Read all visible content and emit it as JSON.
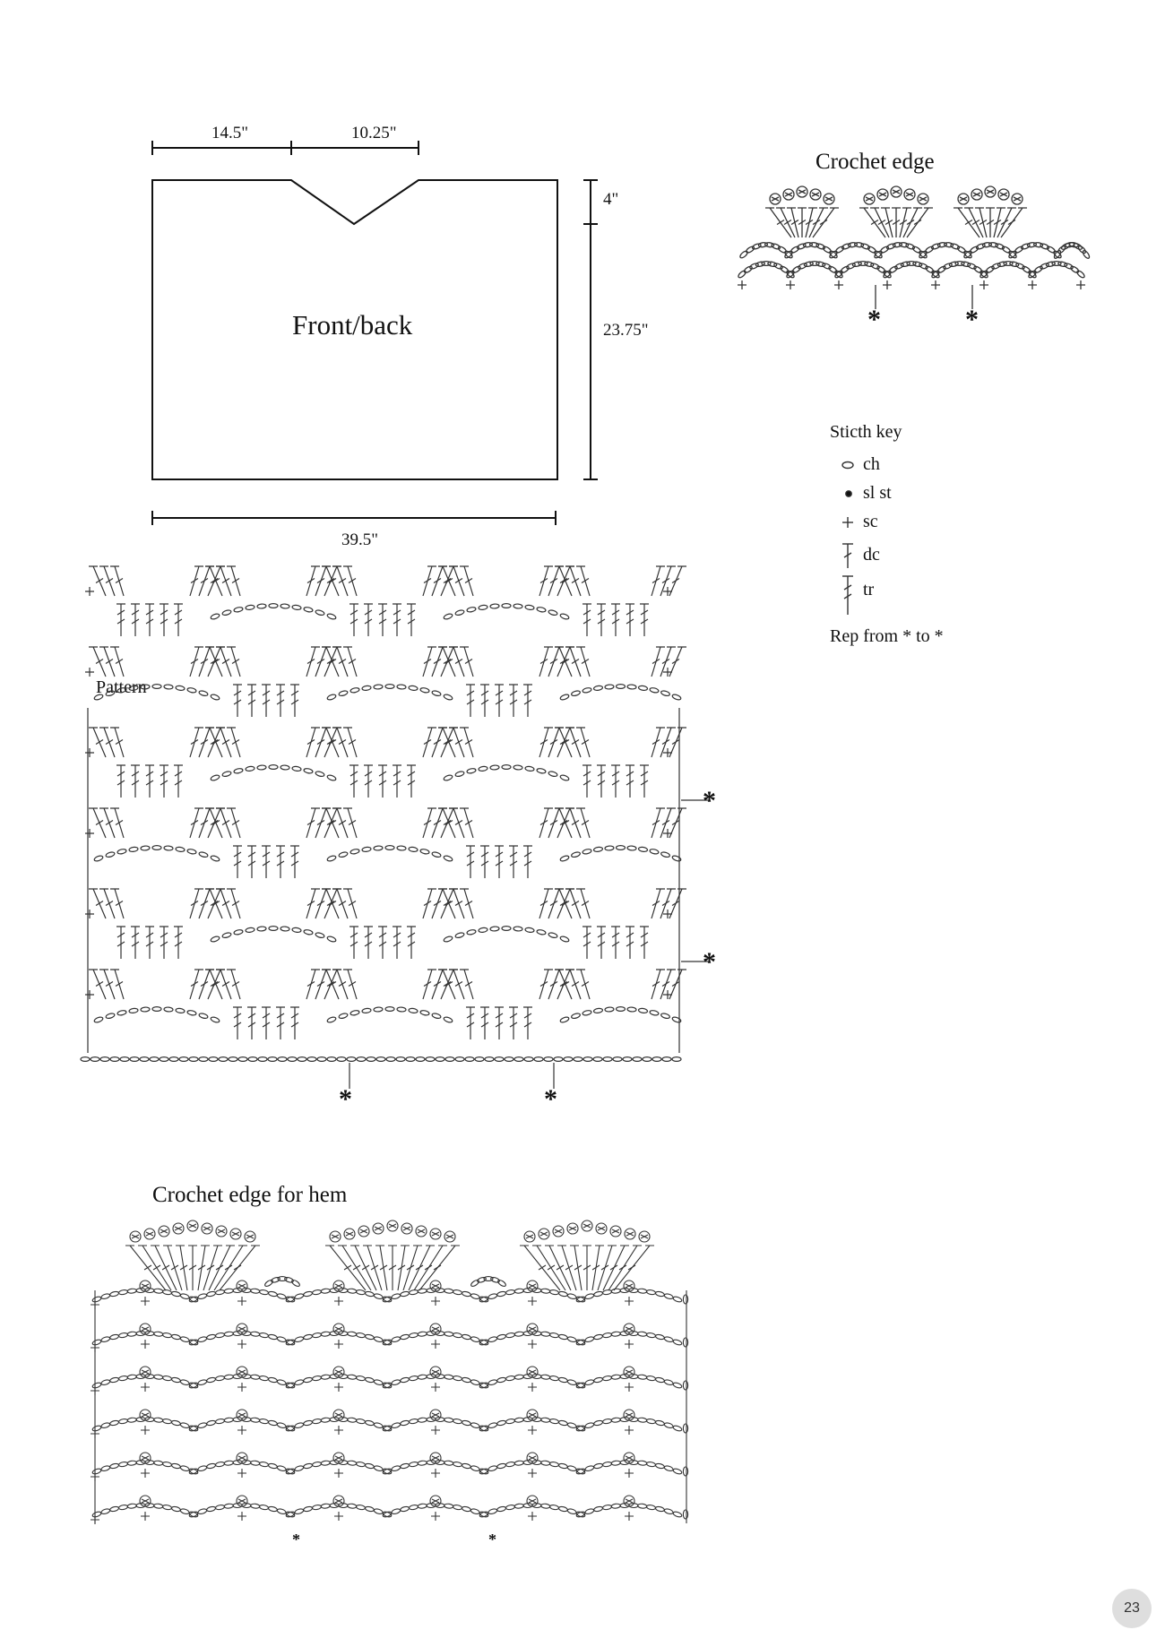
{
  "schematic": {
    "neck_left_width": "14.5\"",
    "neck_width": "10.25\"",
    "neck_depth": "4\"",
    "body_height": "23.75\"",
    "total_width": "39.5\"",
    "panel_label": "Front/back"
  },
  "crochet_edge": {
    "title": "Crochet edge",
    "repeat_marks": [
      "*",
      "*"
    ]
  },
  "stitch_key": {
    "title": "Sticth key",
    "items": [
      {
        "symbol": "ch-icon",
        "label": "ch"
      },
      {
        "symbol": "sl-st-icon",
        "label": "sl st"
      },
      {
        "symbol": "sc-icon",
        "label": "sc"
      },
      {
        "symbol": "dc-icon",
        "label": "dc"
      },
      {
        "symbol": "tr-icon",
        "label": "tr"
      }
    ],
    "repeat_note": "Rep from * to *"
  },
  "pattern": {
    "title": "Pattern",
    "repeat_marks": [
      "*",
      "*",
      "*",
      "*"
    ]
  },
  "hem_edge": {
    "title": "Crochet edge for hem",
    "repeat_marks": [
      "*",
      "*"
    ]
  },
  "page_number": "23",
  "colors": {
    "ink": "#111111",
    "badge": "#dedede"
  }
}
